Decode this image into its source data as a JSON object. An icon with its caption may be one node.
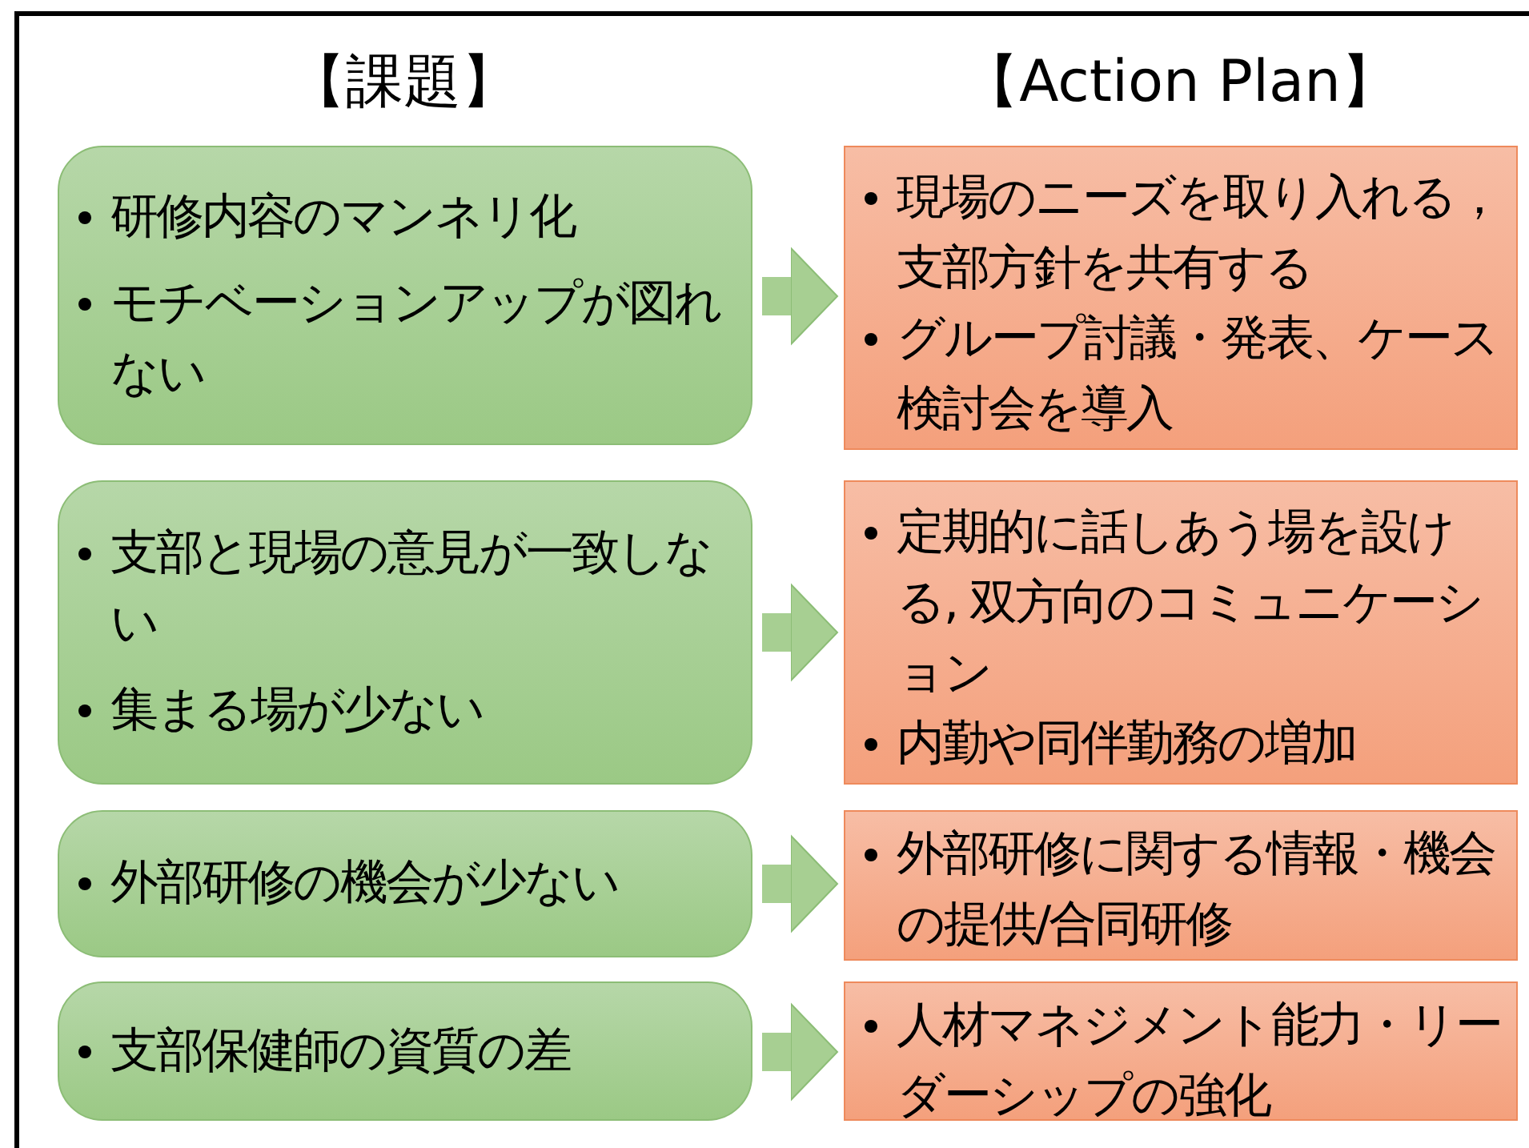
{
  "diagram": {
    "nodes": [
      {
        "text": [
          "研修内容のマンネリ化",
          "モチベーションアップが図れない"
        ]
      },
      {
        "text": [
          "現場のニーズを取り入れる，支部方針を共有する",
          "グループ討議・発表、ケース検討会を導入"
        ]
      },
      {
        "text": [
          "支部と現場の意見が一致しない",
          "集まる場が少ない"
        ]
      },
      {
        "text": [
          "定期的に話しあう場を設ける, 双方向のコミュニケーション",
          "内勤や同伴勤務の増加"
        ]
      },
      {
        "text": [
          "外部研修の機会が少ない"
        ]
      },
      {
        "text": [
          "外部研修に関する情報・機会の提供/合同研修"
        ]
      },
      {
        "text": [
          "支部保健師の資質の差"
        ]
      },
      {
        "text": [
          "人材マネジメント能力・リーダーシップの強化"
        ]
      }
    ],
    "edges": [
      {
        "from": 0,
        "to": 1,
        "arrow": "to"
      },
      {
        "from": 2,
        "to": 3,
        "arrow": "to"
      },
      {
        "from": 4,
        "to": 5,
        "arrow": "to"
      },
      {
        "from": 6,
        "to": 7,
        "arrow": "to"
      }
    ],
    "labels": [
      "【課題】",
      "【Action Plan】"
    ]
  }
}
